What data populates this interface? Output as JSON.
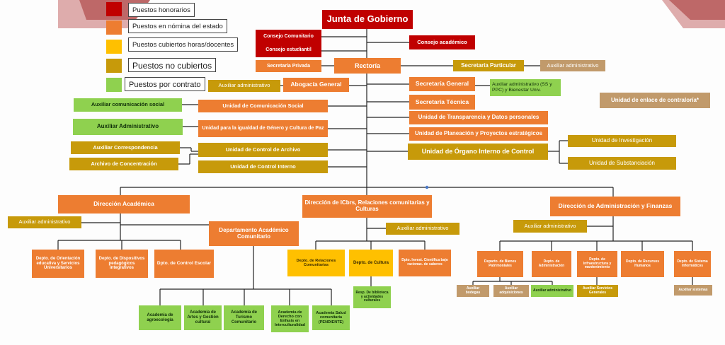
{
  "legend": [
    {
      "label": "Puestos honorarios",
      "color": "#c00000"
    },
    {
      "label": "Puestos en nómina del estado",
      "color": "#ed7d31"
    },
    {
      "label": "Puestos cubiertos horas/docentes",
      "color": "#ffc000"
    },
    {
      "label": "Puestos no cubiertos",
      "color": "#c79a0a"
    },
    {
      "label": "Puestos por contrato",
      "color": "#8fd14f"
    }
  ],
  "nodes": {
    "junta": "Junta de Gobierno",
    "consejo_comunitario": "Consejo Comunitario",
    "consejo_estudiantil": "Consejo estudiantil",
    "consejo_academico": "Consejo académico",
    "secretaria_privada": "Secretaría Privada",
    "rectoria": "Rectoría",
    "secretaria_particular": "Secretaría Particular",
    "aux_sec_particular": "Auxiliar administrativo",
    "aux_abogacia": "Auxiliar administrativo",
    "abogacia": "Abogacía General",
    "secretaria_general": "Secretaría General",
    "aux_sec_general": "Auxiliar administrativo (SS y PPC) y Bienestar Univ.",
    "secretaria_tecnica": "Secretaría Técnica",
    "unidad_contraloria": "Unidad de enlace de contraloría*",
    "aux_com_social": "Auxiliar comunicación social",
    "unidad_com_social": "Unidad de Comunicación Social",
    "unidad_transparencia": "Unidad de Transparencia y Datos personales",
    "aux_admin_green": "Auxiliar Administrativo",
    "unidad_igualdad": "Unidad para la igualdad de Género y Cultura de Paz",
    "unidad_planeacion": "Unidad de Planeación y Proyectos estratégicos",
    "unidad_investigacion": "Unidad de Investigación",
    "aux_correspondencia": "Auxiliar Correspondencia",
    "unidad_archivo": "Unidad de Control de Archivo",
    "unidad_organo": "Unidad de Órgano Interno de Control",
    "archivo_concentracion": "Archivo de Concentración",
    "unidad_control_interno": "Unidad de Control Interno",
    "unidad_substanciacion": "Unidad de Substanciación",
    "dir_academica": "Dirección Académica",
    "dir_icbrs": "Dirección de ICbrs, Relaciones comunitarias y Culturas",
    "dir_admin": "Dirección de Administración y Finanzas",
    "aux_dir_academica": "Auxiliar administrativo",
    "depto_academico": "Departamento Académico Comunitario",
    "aux_icbrs": "Auxiliar administrativo",
    "aux_dir_admin": "Auxiliar administrativo",
    "depto_orientacion": "Depto. de Orientación educativa y Servicios Universitarios",
    "depto_dispositivos": "Depto. de Dispositivos pedagógicos integrativos",
    "depto_control_escolar": "Dpto. de Control Escolar",
    "depto_relaciones": "Depto. de Relaciones Comunitarias",
    "depto_cultura": "Depto. de Cultura",
    "depto_investigacion": "Dpto. Invest. Científica bajo racionas. de saberes",
    "depto_bienes": "Departo. de Bienes Patrimoniales",
    "depto_administracion": "Depto. de Administración",
    "depto_infraestructura": "Depto. de Infraestructura y mantenimiento",
    "depto_recursos": "Depto. de Recursos Humanos",
    "depto_sistemas": "Depto. de Sistema Informáticos",
    "resp_biblioteca": "Resp. De biblioteca y actividades culturales",
    "aux_bodegas": "Auxiliar bodegas",
    "aux_adquisiciones": "Auxiliar adquisiciones",
    "aux_administrativo_g": "Auxiliar administrativo",
    "aux_servicios": "Auxiliar Servicios Generales",
    "aux_sistemas": "Auxiliar sistemas",
    "acad_agroecologia": "Academia de agroecología",
    "acad_artes": "Academia de Artes y Gestión cultural",
    "acad_turismo": "Academia de Turismo Comunitario",
    "acad_derecho": "Academia de Derecho con Enfasis en Interculturalidad",
    "acad_salud": "Academia Salud comunitaria (PENDIENTE)"
  }
}
